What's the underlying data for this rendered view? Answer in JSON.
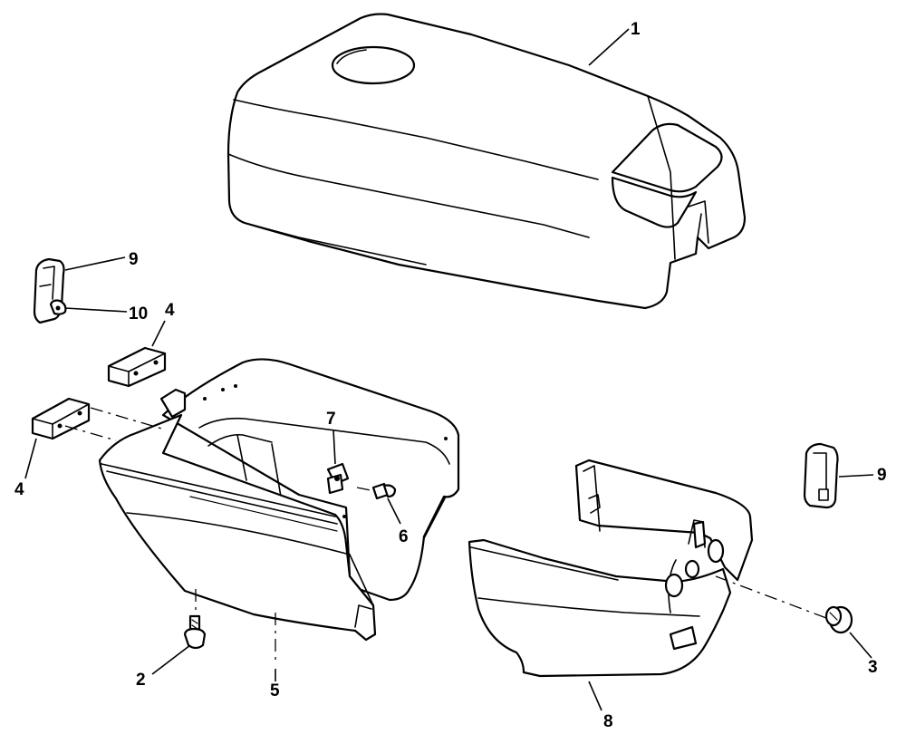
{
  "labels": {
    "motor_cover": "1",
    "screw": "2",
    "grommet": "3",
    "pad_upper": "4",
    "pad_lower": "4",
    "lower_cover_left": "5",
    "screw_small": "6",
    "clip_nut": "7",
    "lower_cover_right": "8",
    "latch_left": "9",
    "latch_right": "9",
    "latch_pin": "10"
  }
}
